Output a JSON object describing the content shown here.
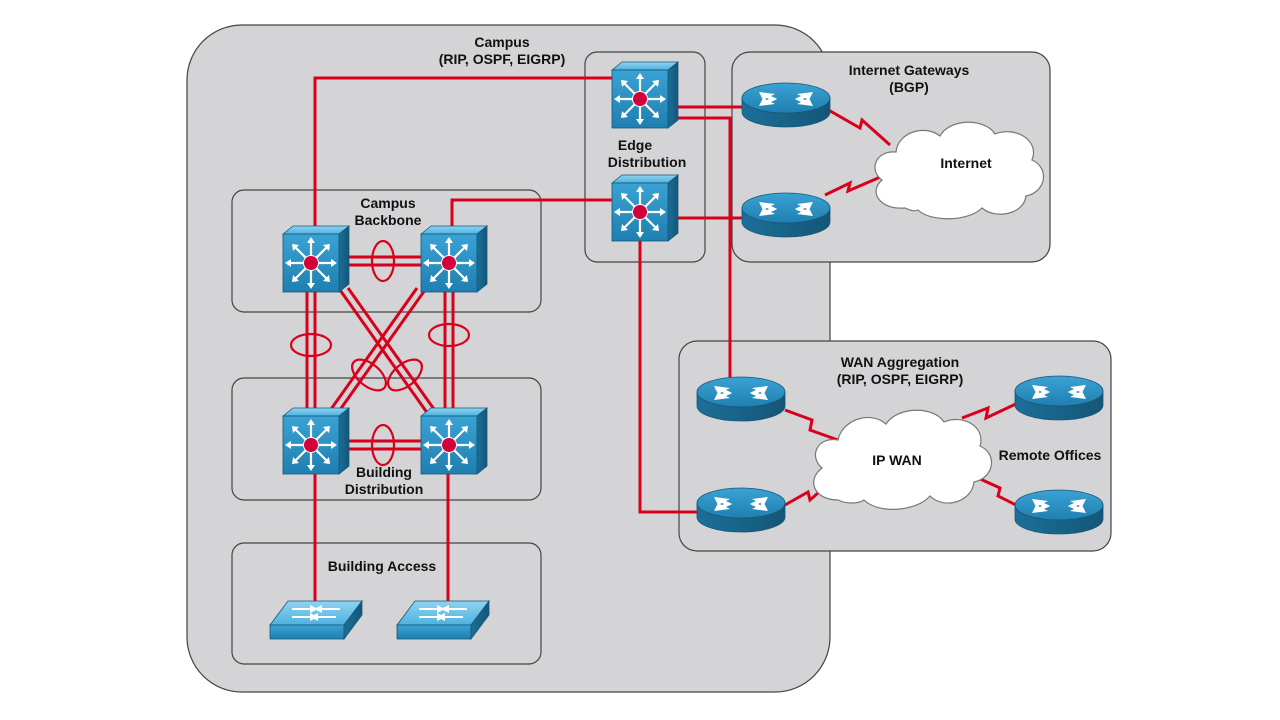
{
  "regions": {
    "campus": "Campus",
    "campus_protocols": "(RIP, OSPF, EIGRP)",
    "campus_backbone_1": "Campus",
    "campus_backbone_2": "Backbone",
    "edge_distribution_1": "Edge",
    "edge_distribution_2": "Distribution",
    "internet_gateways": "Internet Gateways",
    "internet_gateways_protocol": "(BGP)",
    "building_distribution_1": "Building",
    "building_distribution_2": "Distribution",
    "building_access": "Building Access",
    "wan_aggregation": "WAN Aggregation",
    "wan_aggregation_protocols": "(RIP, OSPF, EIGRP)"
  },
  "clouds": {
    "internet": "Internet",
    "ip_wan": "IP WAN"
  },
  "labels": {
    "remote_offices": "Remote Offices"
  },
  "colors": {
    "link": "#d9001b",
    "device": "#2b8fc2",
    "region": "#d4d4d6"
  },
  "icons": {
    "layer3_switch": "multilayer-switch-icon",
    "router": "router-icon",
    "access_switch": "workgroup-switch-icon",
    "cloud": "cloud-icon"
  }
}
